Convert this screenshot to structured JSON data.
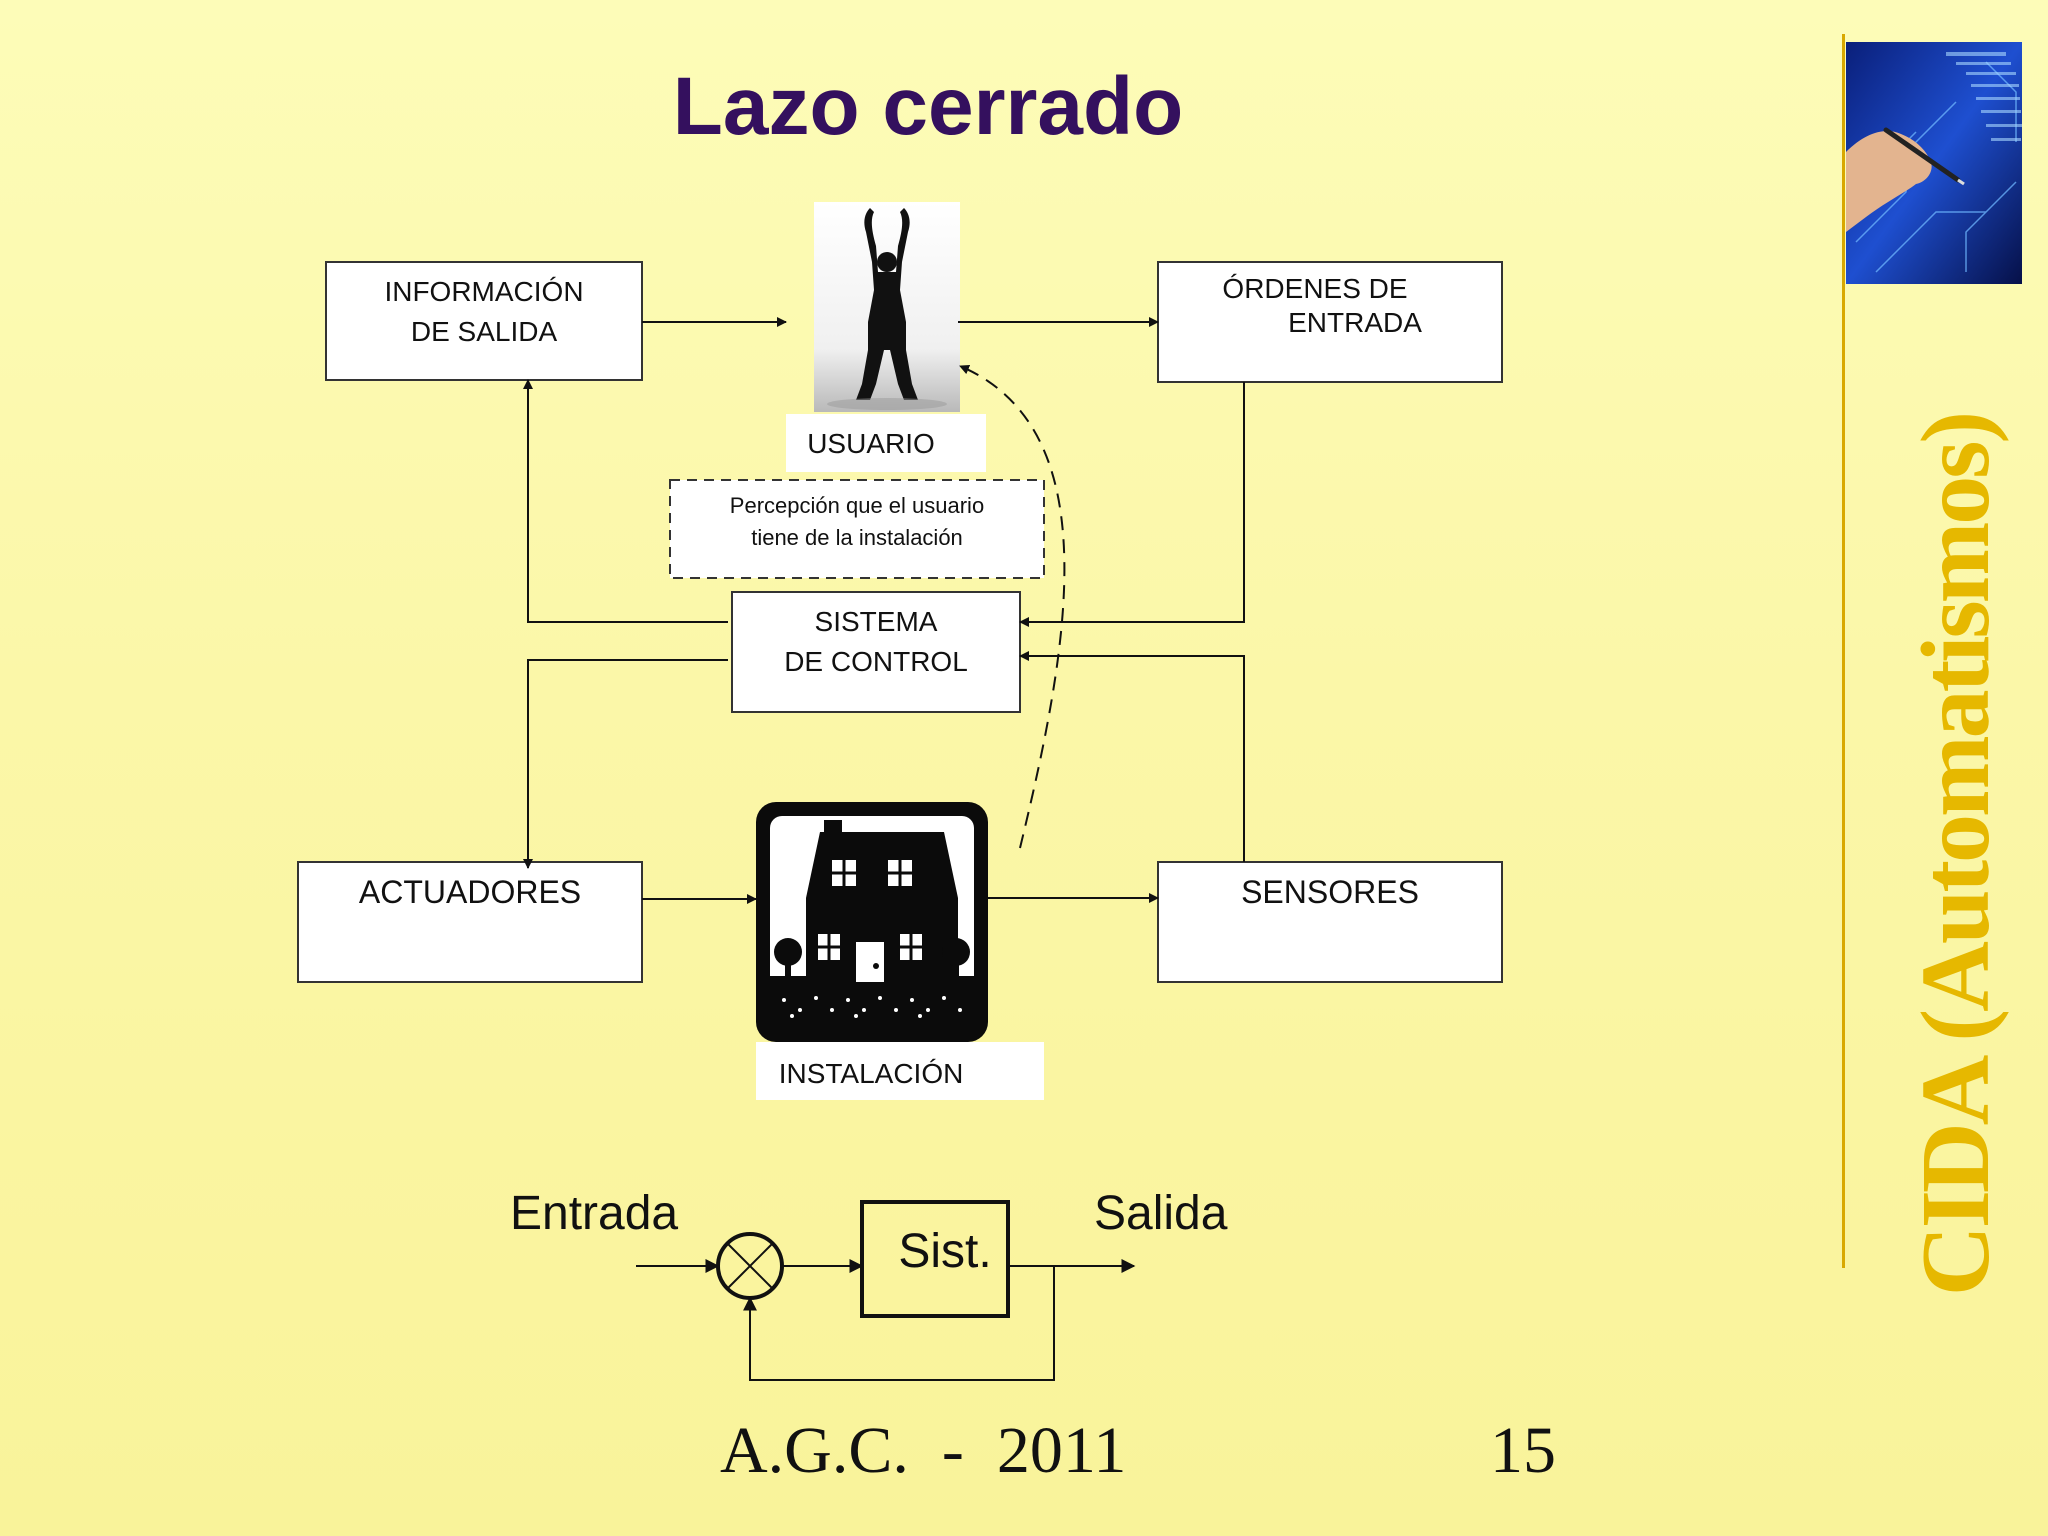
{
  "slide": {
    "title": "Lazo cerrado",
    "side_label": "CIDA (Automatismos)",
    "footer_left": "A.G.C.  -  2011",
    "footer_right": "15"
  },
  "diagram": {
    "info_salida": {
      "line1": "INFORMACIÓN",
      "line2": "DE SALIDA"
    },
    "ordenes_entrada": {
      "line1": "ÓRDENES DE",
      "line2": "ENTRADA"
    },
    "usuario": "USUARIO",
    "percepcion": {
      "line1": "Percepción que el usuario",
      "line2": "tiene de la instalación"
    },
    "sistema_control": {
      "line1": "SISTEMA",
      "line2": "DE CONTROL"
    },
    "actuadores": "ACTUADORES",
    "sensores": "SENSORES",
    "instalacion": "INSTALACIÓN"
  },
  "block_diagram": {
    "entrada": "Entrada",
    "salida": "Salida",
    "sist": "Sist."
  },
  "colors": {
    "title": "#34105e",
    "side_label": "#e6b800",
    "accent_bar": "#d8a800"
  },
  "icons": {
    "user": "person-silhouette-icon",
    "house": "house-icon",
    "corner": "hand-with-pen-circuit-image"
  }
}
